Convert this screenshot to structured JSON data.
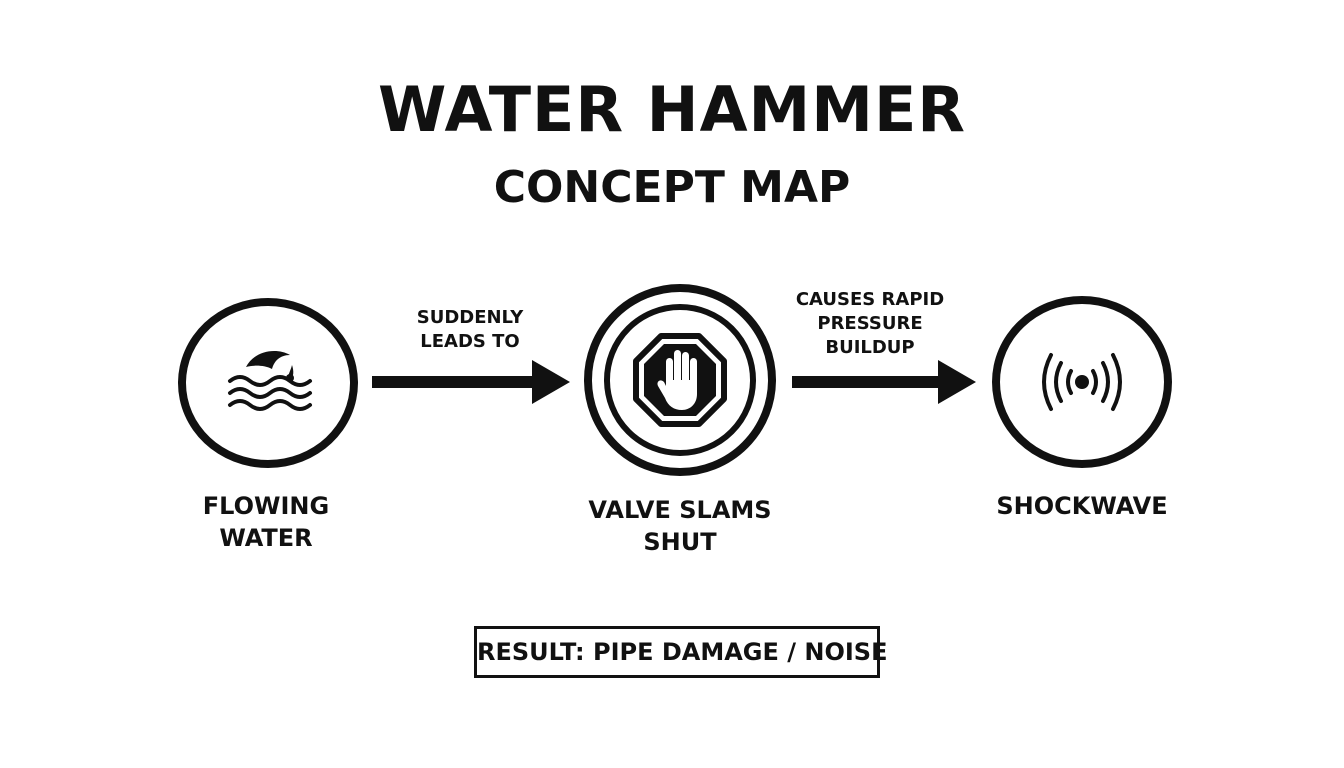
{
  "title": "WATER HAMMER",
  "subtitle": "CONCEPT MAP",
  "nodes": [
    {
      "line1": "FLOWING",
      "line2": "WATER",
      "icon": "wave-icon"
    },
    {
      "line1": "VALVE SLAMS",
      "line2": "SHUT",
      "icon": "stop-hand-icon"
    },
    {
      "line1": "SHOCKWAVE",
      "line2": "",
      "icon": "shockwave-icon"
    }
  ],
  "edges": [
    {
      "line1": "SUDDENLY",
      "line2": "LEADS TO",
      "line3": ""
    },
    {
      "line1": "CAUSES RAPID",
      "line2": "PRESSURE",
      "line3": "BUILDUP"
    }
  ],
  "result": "RESULT: PIPE DAMAGE / NOISE",
  "colors": {
    "ink": "#111111",
    "background": "#ffffff"
  }
}
